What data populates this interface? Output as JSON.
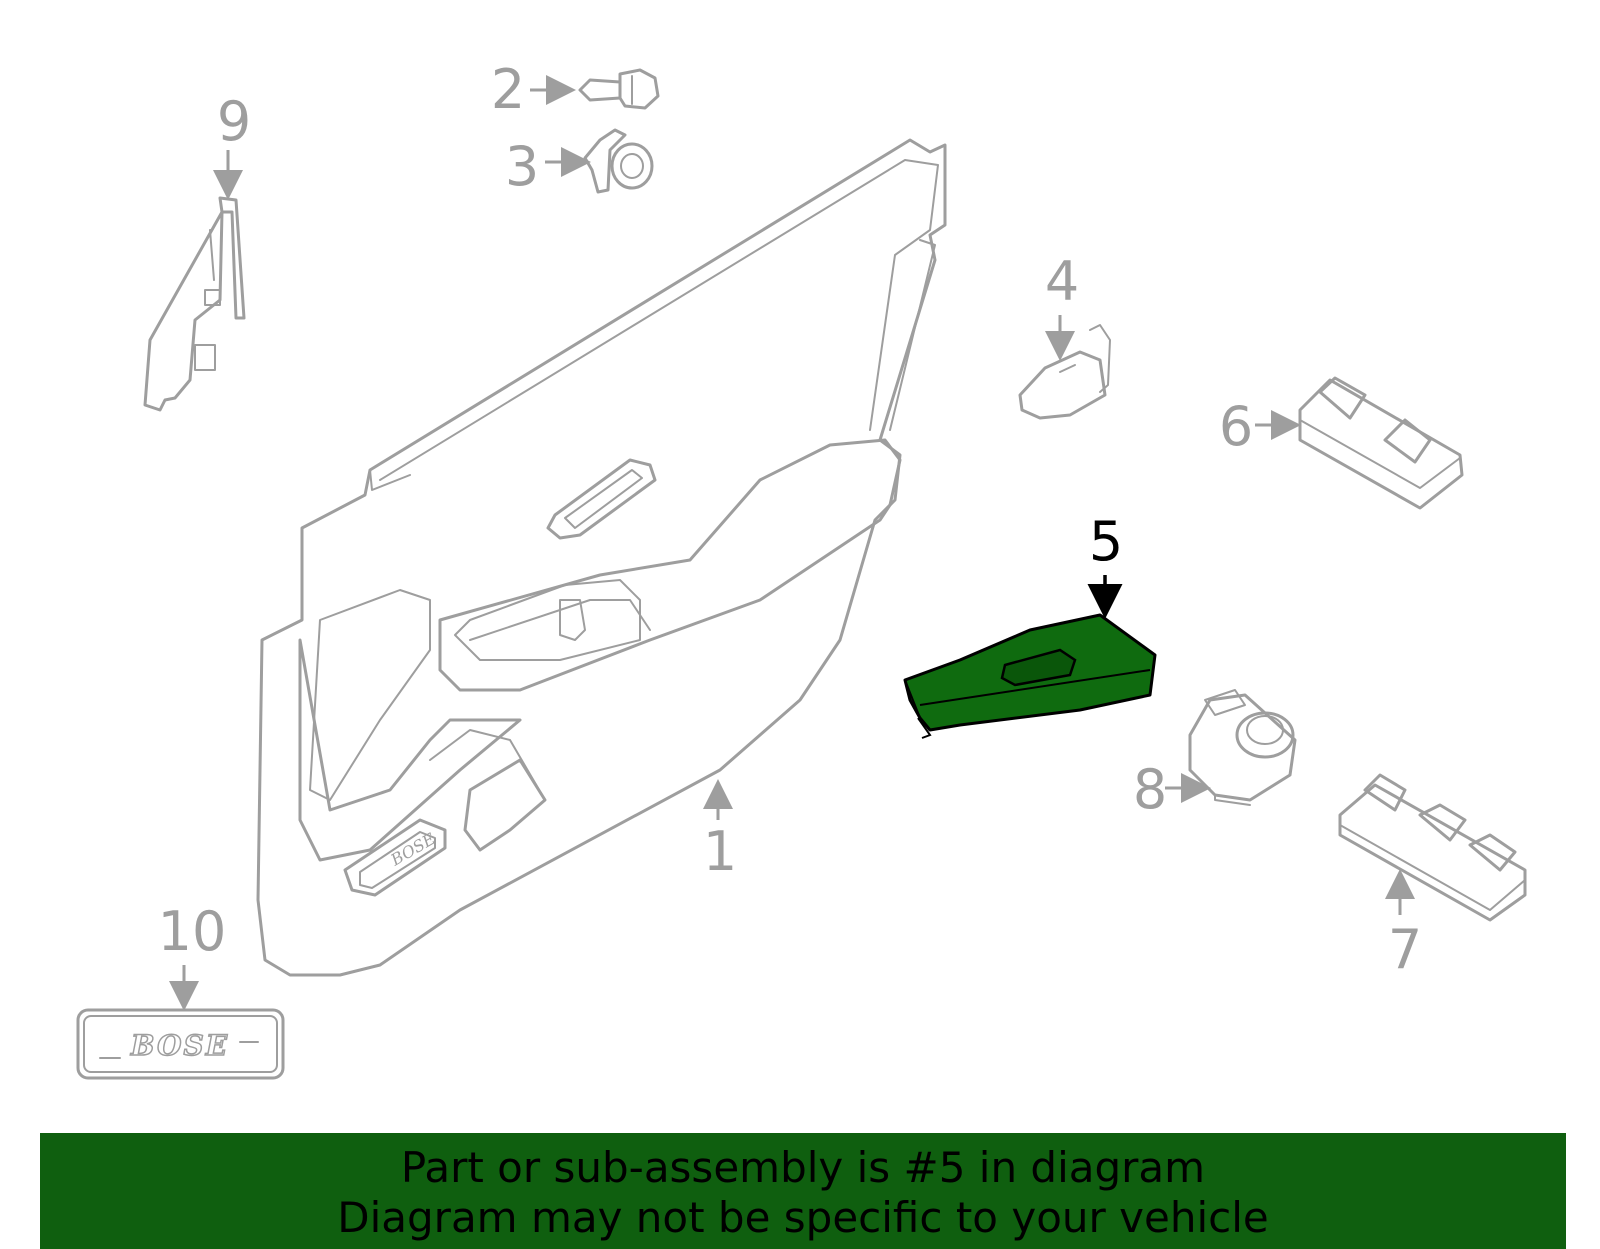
{
  "callouts": {
    "c1": "1",
    "c2": "2",
    "c3": "3",
    "c4": "4",
    "c5": "5",
    "c6": "6",
    "c7": "7",
    "c8": "8",
    "c9": "9",
    "c10": "10"
  },
  "highlighted_part": "5",
  "logo_text": "BOSE",
  "colors": {
    "highlight": "#0f6b0f",
    "banner": "#0f5f0f",
    "line_gray": "#9e9e9e"
  },
  "banner": {
    "line1": "Part or sub-assembly is #5 in diagram",
    "line2": "Diagram may not be specific to your vehicle"
  }
}
